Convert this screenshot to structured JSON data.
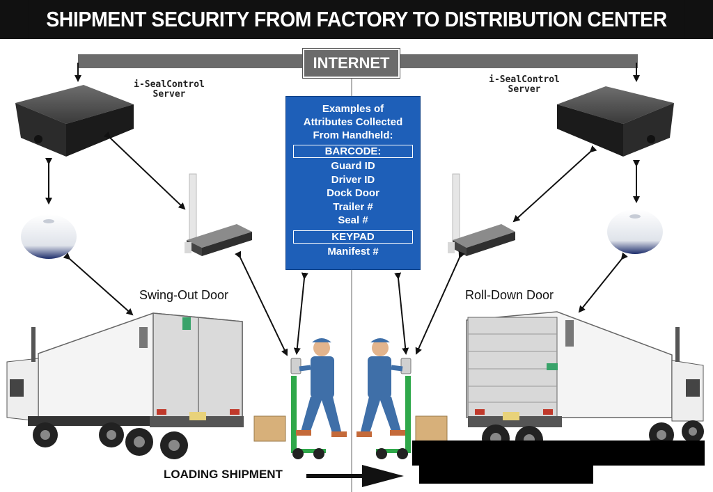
{
  "title": "SHIPMENT SECURITY FROM FACTORY TO DISTRIBUTION CENTER",
  "internet_label": "INTERNET",
  "left_server_label": "i-SealControl\nServer",
  "right_server_label": "i-SealControl\nServer",
  "left_door_label": "Swing-Out Door",
  "right_door_label": "Roll-Down Door",
  "attributes_box": {
    "heading": "Examples of\nAttributes Collected\nFrom Handheld:",
    "barcode_header": "BARCODE:",
    "barcode_items": [
      "Guard ID",
      "Driver ID",
      "Dock Door",
      "Trailer #",
      "Seal #"
    ],
    "keypad_header": "KEYPAD",
    "keypad_items": [
      "Manifest #"
    ]
  },
  "loading_label": "LOADING SHIPMENT",
  "colors": {
    "title_bg": "#111111",
    "internet_bg": "#6b6b6b",
    "attributes_bg": "#1e5fb8",
    "worker_uniform": "#3f6fa8",
    "hand_truck": "#2fa84a"
  }
}
